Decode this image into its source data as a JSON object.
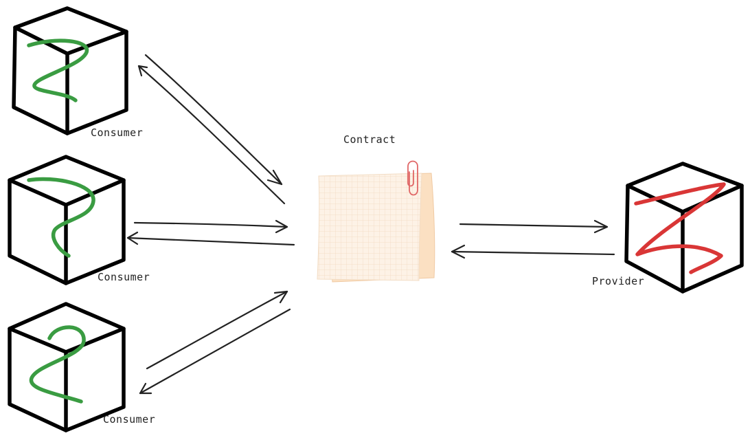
{
  "nodes": {
    "consumer_1": {
      "label": "Consumer"
    },
    "consumer_2": {
      "label": "Consumer"
    },
    "consumer_3": {
      "label": "Consumer"
    },
    "contract": {
      "label": "Contract"
    },
    "provider": {
      "label": "Provider"
    }
  },
  "colors": {
    "consumer_squiggle": "#3a9c42",
    "provider_squiggle": "#d93636",
    "outline": "#000000",
    "note_back": "#fce3c6",
    "note_front": "#fdf1e4",
    "clip": "#e06666"
  },
  "icons": {
    "consumer": "cube-icon",
    "provider": "cube-icon",
    "contract": "sticky-note-icon"
  }
}
